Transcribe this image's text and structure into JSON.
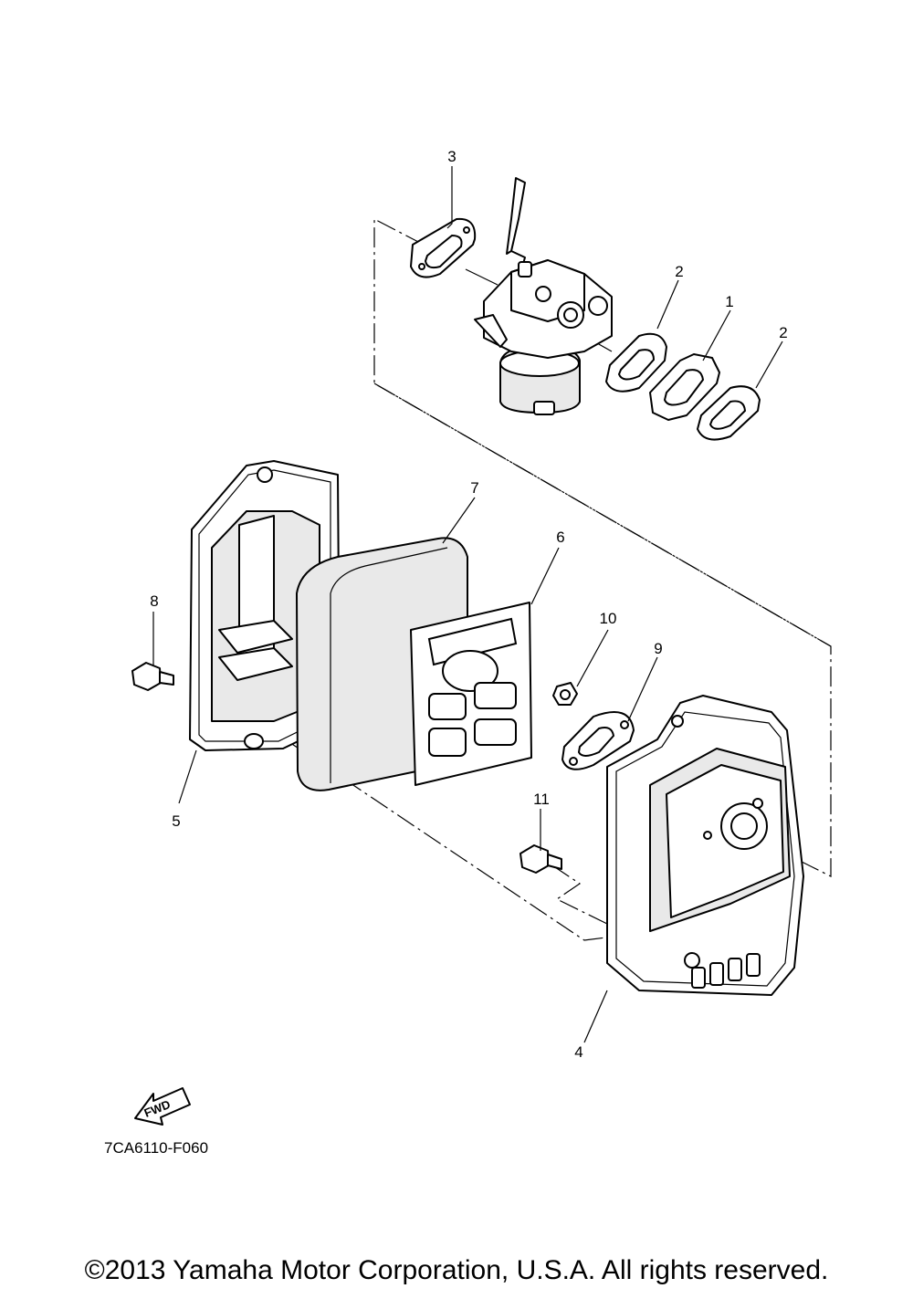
{
  "callouts": {
    "c1": "1",
    "c2a": "2",
    "c2b": "2",
    "c3": "3",
    "c4": "4",
    "c5": "5",
    "c6": "6",
    "c7": "7",
    "c8": "8",
    "c9": "9",
    "c10": "10",
    "c11": "11"
  },
  "fwd_label": "FWD",
  "diagram_code": "7CA6110-F060",
  "copyright": "©2013 Yamaha Motor Corporation, U.S.A. All rights reserved."
}
